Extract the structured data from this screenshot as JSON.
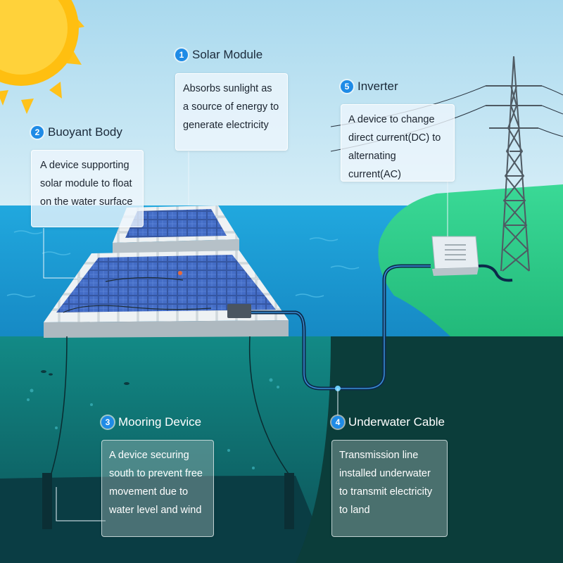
{
  "callouts": [
    {
      "number": "1",
      "title": "Solar Module",
      "description": "Absorbs sunlight as a source of energy to generate electricity"
    },
    {
      "number": "2",
      "title": "Buoyant Body",
      "description": "A device supporting solar module to float on the water surface"
    },
    {
      "number": "3",
      "title": "Mooring Device",
      "description": "A device securing south to prevent free movement due to water level and wind"
    },
    {
      "number": "4",
      "title": "Underwater Cable",
      "description": "Transmission line installed underwater to transmit electricity to land"
    },
    {
      "number": "5",
      "title": "Inverter",
      "description": "A device to change direct current(DC) to alternating current(AC)"
    }
  ],
  "colors": {
    "sky": "#bfe3f2",
    "sea": "#1a9fd4",
    "underwater": "#0f6f6b",
    "land": "#2fd38e",
    "badge": "#1f8be6",
    "sun": "#ffc21a",
    "cable": "#0c2a4a"
  }
}
